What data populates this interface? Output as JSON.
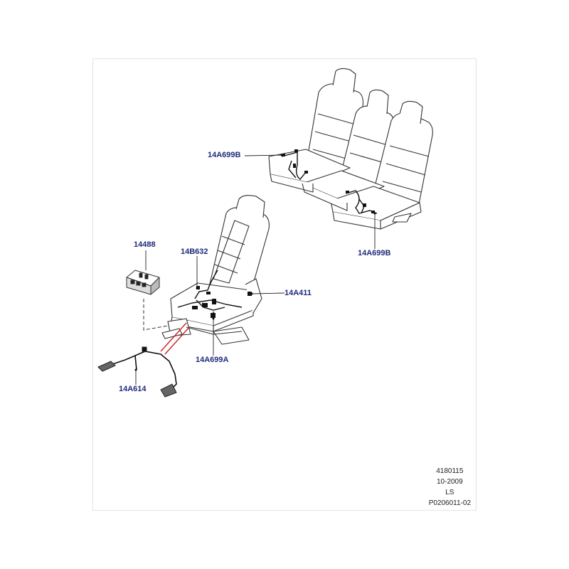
{
  "callouts": {
    "rear_harness_top": "14A699B",
    "rear_harness_bottom": "14A699B",
    "switch_pack": "14488",
    "back_harness": "14B632",
    "side_harness": "14A411",
    "cushion_harness": "14A699A",
    "link_harness": "14A614"
  },
  "meta": {
    "illustration_no": "4180115",
    "date": "10-2009",
    "code": "LS",
    "reference": "P0206011-02"
  },
  "colors": {
    "callout_text": "#1f2a7a",
    "line": "#222222",
    "seat_outline": "#333333",
    "red_marker": "#cc2222"
  }
}
